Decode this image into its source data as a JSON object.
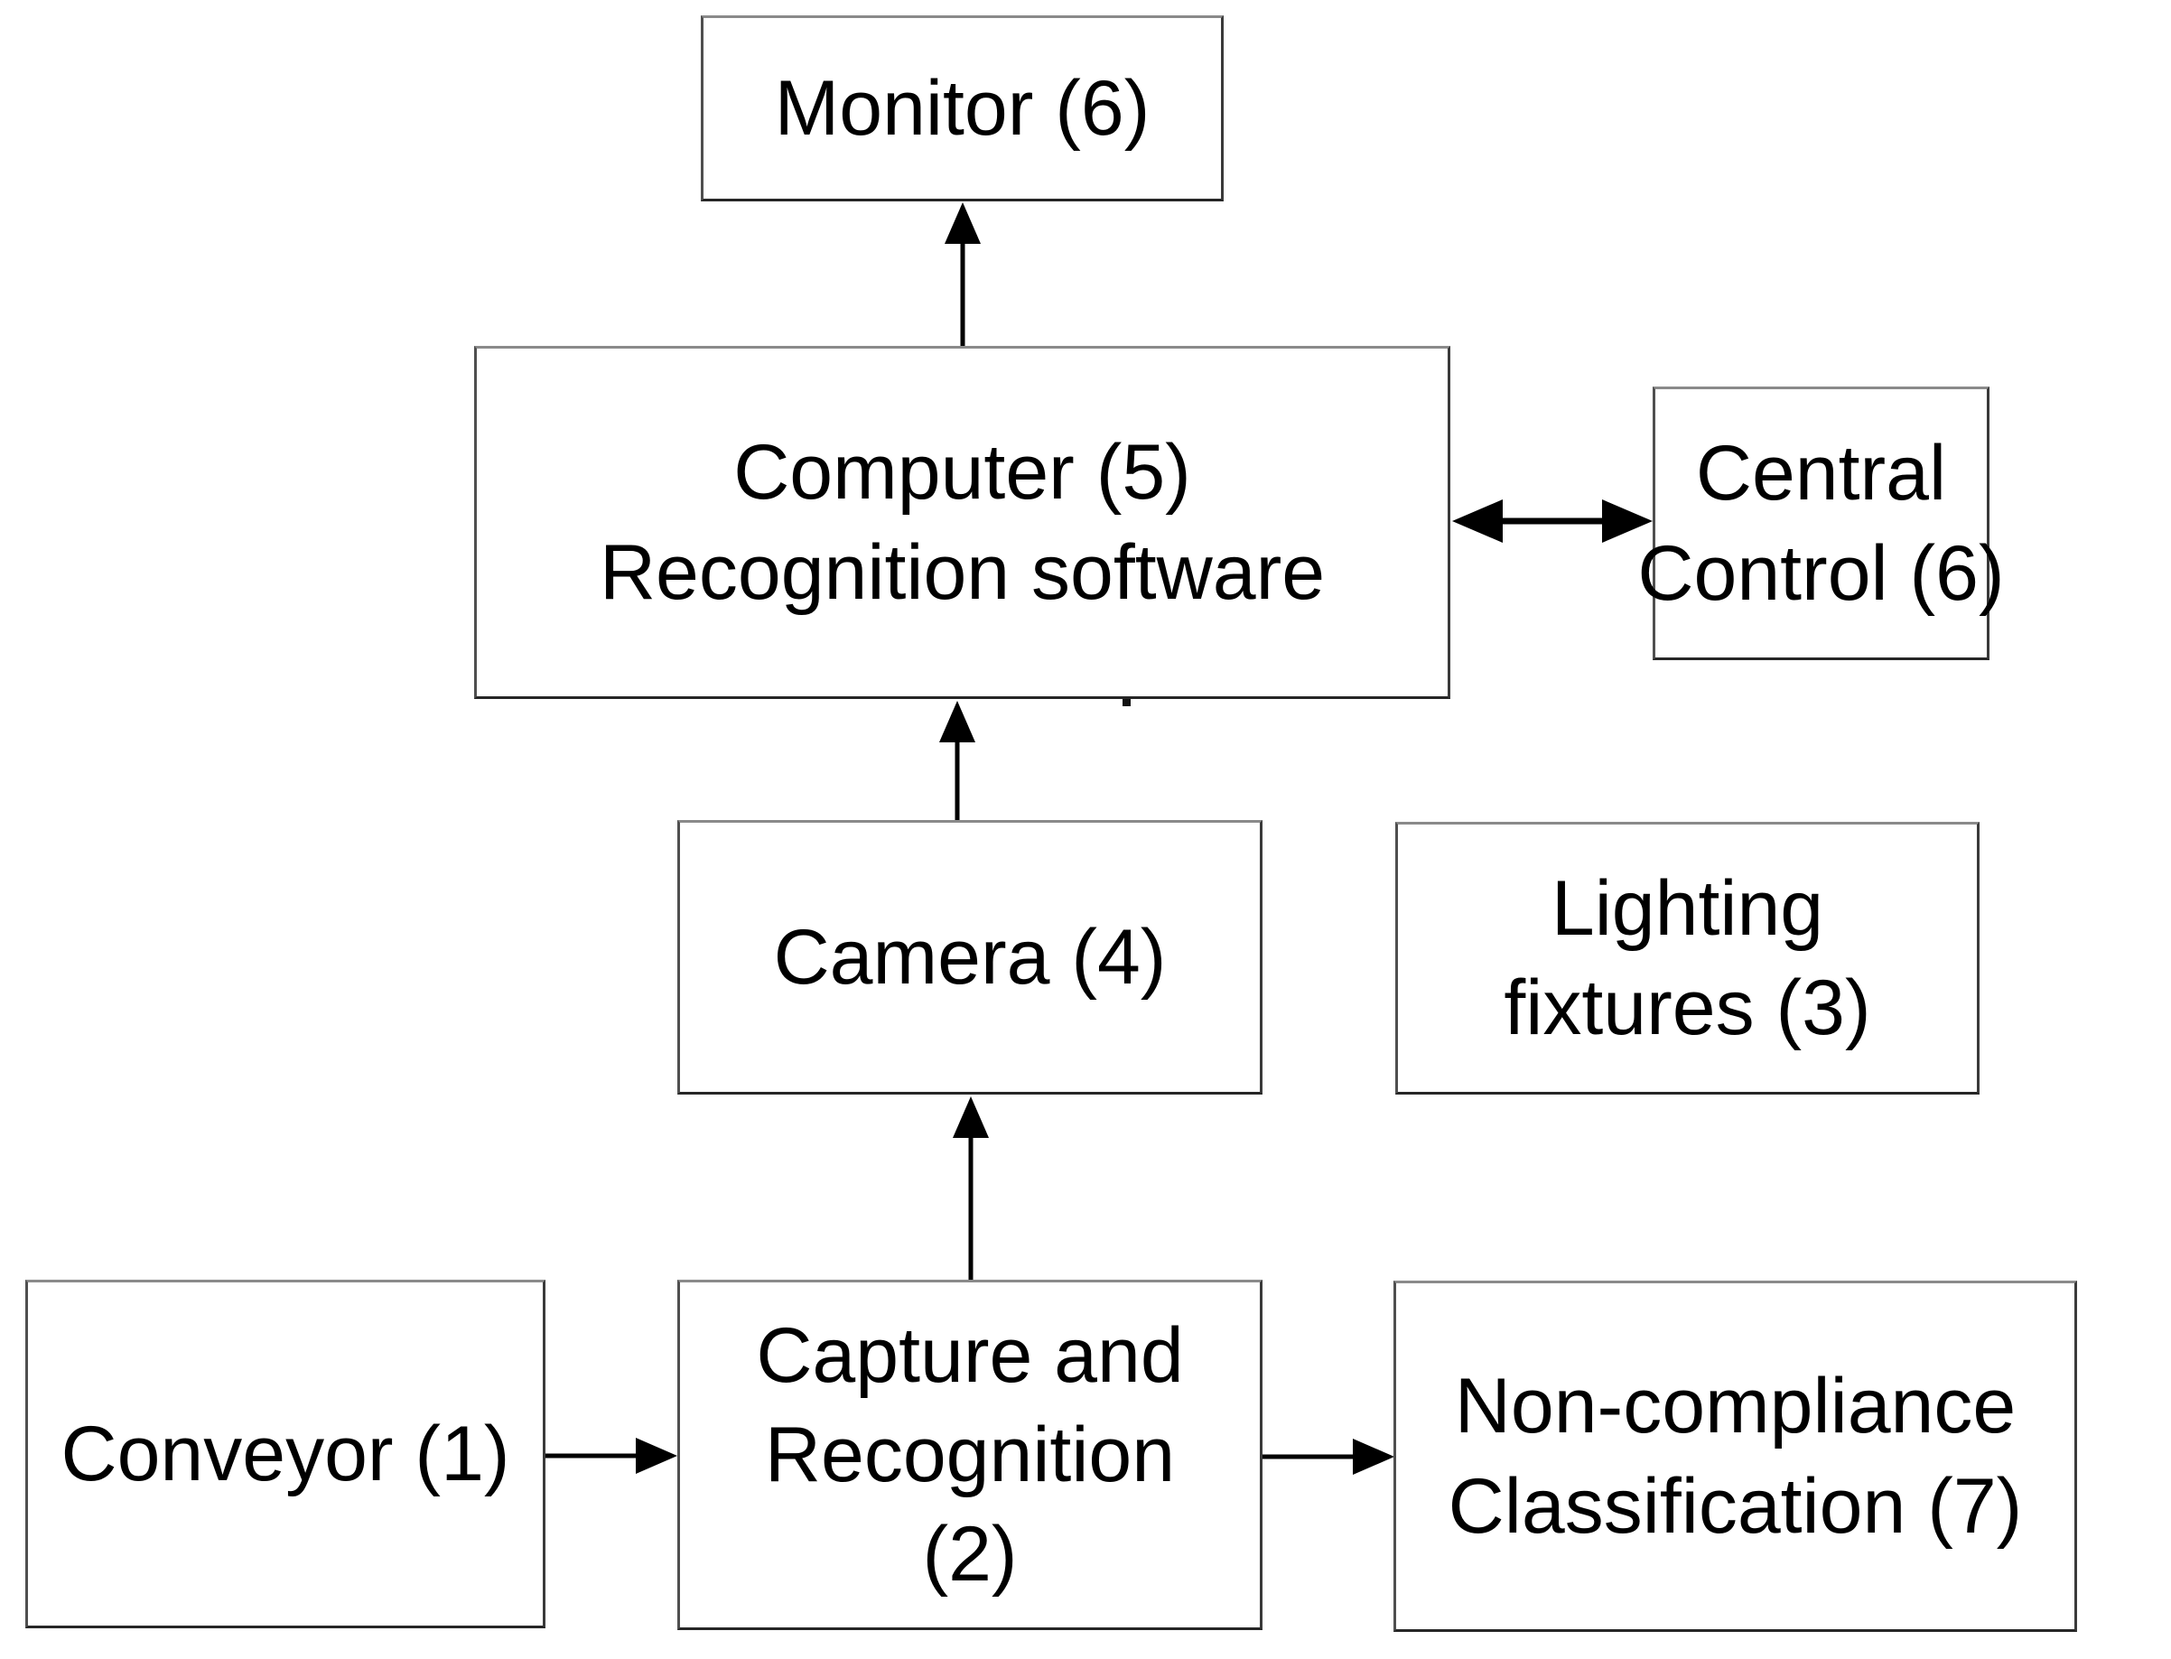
{
  "diagram": {
    "colors": {
      "background": "#ffffff",
      "box_fill": "#ffffff",
      "box_border": "#3a3a3a",
      "arrow": "#000000",
      "text": "#000000"
    },
    "nodes": [
      {
        "id": "monitor",
        "label": "Monitor (6)",
        "lines": [
          "Monitor (6)"
        ]
      },
      {
        "id": "computer",
        "label": "Computer (5) Recognition software",
        "lines": [
          "Computer (5)",
          "Recognition software"
        ]
      },
      {
        "id": "central_control",
        "label": "Central Control (6)",
        "lines": [
          "Central",
          "Control (6)"
        ]
      },
      {
        "id": "camera",
        "label": "Camera (4)",
        "lines": [
          "Camera (4)"
        ]
      },
      {
        "id": "lighting_fixtures",
        "label": "Lighting fixtures (3)",
        "lines": [
          "Lighting",
          "fixtures (3)"
        ]
      },
      {
        "id": "conveyor",
        "label": "Conveyor (1)",
        "lines": [
          "Conveyor (1)"
        ]
      },
      {
        "id": "capture_recognition",
        "label": "Capture and Recognition (2)",
        "lines": [
          "Capture and",
          "Recognition",
          "(2)"
        ]
      },
      {
        "id": "noncompliance",
        "label": "Non-compliance Classification (7)",
        "lines": [
          "Non-compliance",
          "Classification (7)"
        ]
      }
    ],
    "connections": [
      {
        "from": "computer",
        "to": "monitor",
        "style": "single-arrow"
      },
      {
        "from": "camera",
        "to": "computer",
        "style": "single-arrow"
      },
      {
        "from": "capture_recognition",
        "to": "camera",
        "style": "single-arrow"
      },
      {
        "from": "conveyor",
        "to": "capture_recognition",
        "style": "single-arrow"
      },
      {
        "from": "capture_recognition",
        "to": "noncompliance",
        "style": "single-arrow"
      },
      {
        "from": "computer",
        "to": "central_control",
        "style": "double-arrow"
      }
    ]
  }
}
